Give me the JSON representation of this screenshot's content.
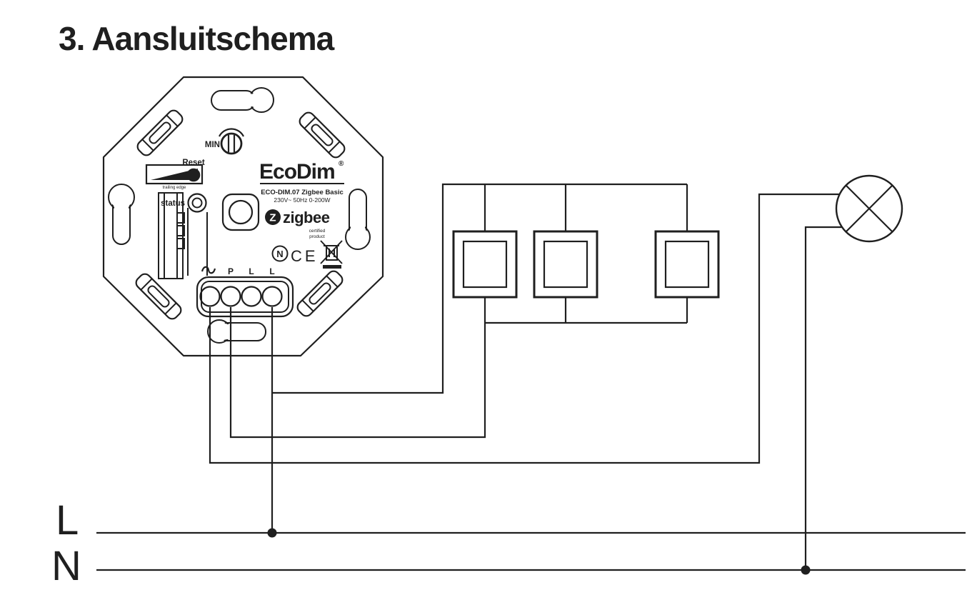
{
  "page": {
    "title": "3. Aansluitschema",
    "background": "#ffffff",
    "ink": "#1f1f1f"
  },
  "device": {
    "kind": "wall dimmer module",
    "min_label": "MIN",
    "reset_label": "Reset",
    "status_label": "status",
    "dimming_mode_label": "trailing edge",
    "brand": "EcoDim",
    "registered_mark": "®",
    "model": "ECO-DIM.07 Zigbee Basic",
    "rating": "230V~ 50Hz 0-200W",
    "zigbee": {
      "z_monogram": "Z",
      "wordmark": "zigbee",
      "certified_line1": "certified",
      "certified_line2": "product"
    },
    "approval_n_mark": "N",
    "approval_ce_mark": "CE",
    "terminals": {
      "t1": "~",
      "t2": "P",
      "t3": "L",
      "t4": "L"
    }
  },
  "circuit": {
    "live_label": "L",
    "neutral_label": "N",
    "switch_count": 3,
    "switches": [
      "pulse-switch-1",
      "pulse-switch-2",
      "pulse-switch-3"
    ],
    "lamp": "lamp",
    "junction_dots": 2
  }
}
